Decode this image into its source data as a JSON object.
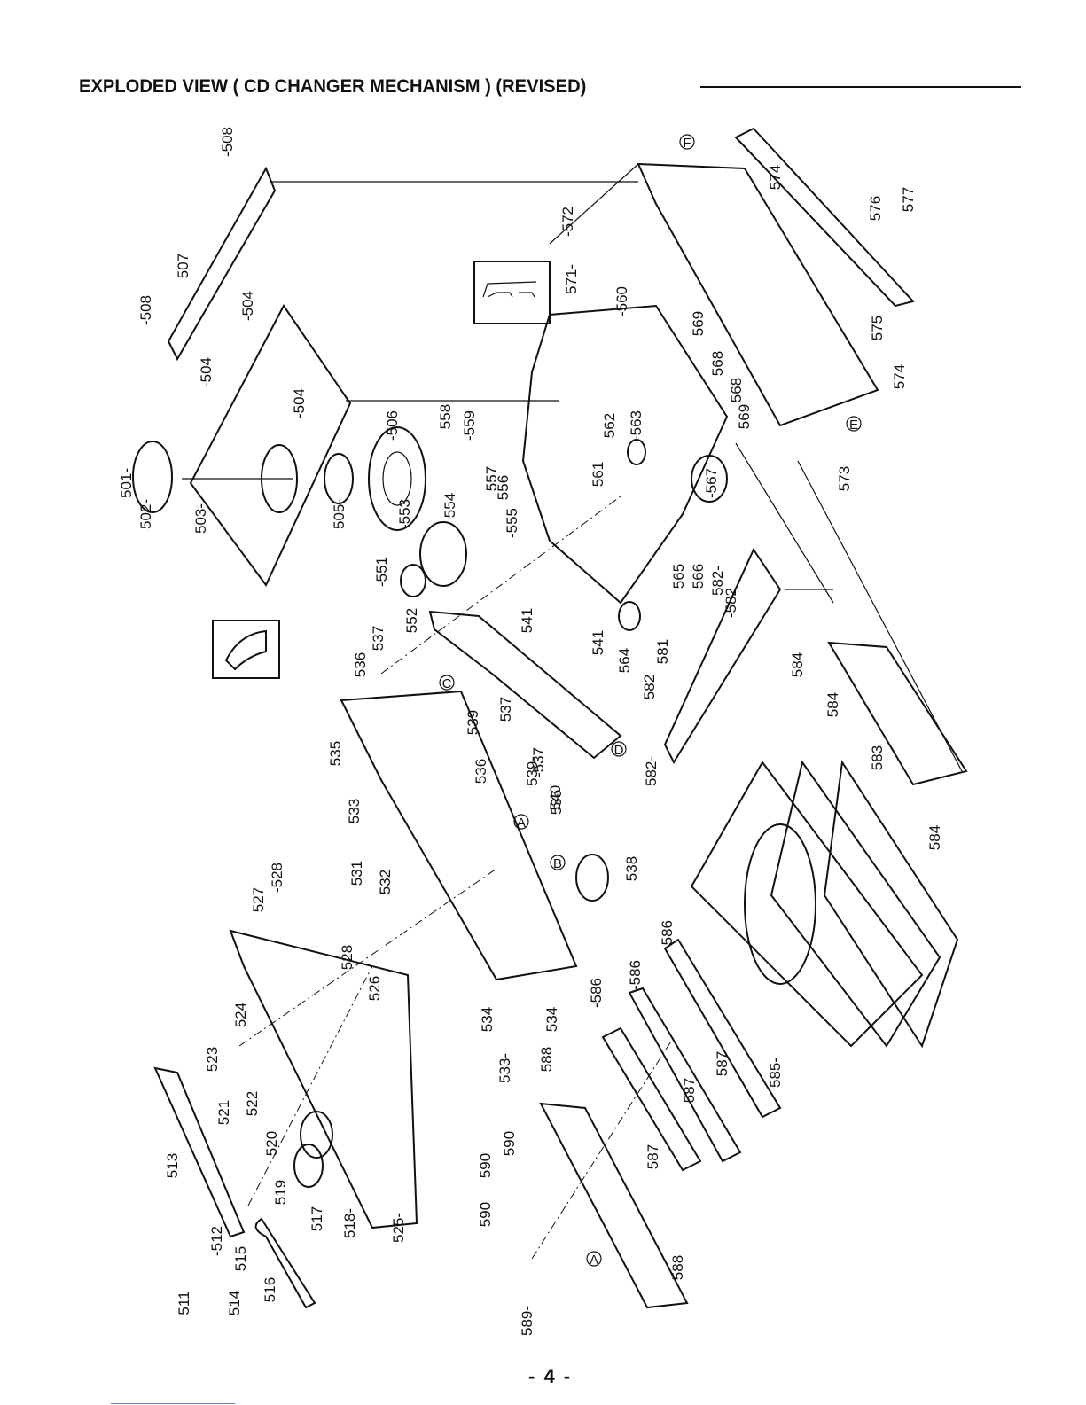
{
  "header": {
    "title": "EXPLODED VIEW ( CD CHANGER MECHANISM ) (REVISED)"
  },
  "footer": {
    "page_number": "- 4 -"
  },
  "reference_markers": [
    "A",
    "B",
    "C",
    "D",
    "E",
    "F"
  ],
  "parts": [
    {
      "id": "501"
    },
    {
      "id": "502"
    },
    {
      "id": "503"
    },
    {
      "id": "504"
    },
    {
      "id": "505"
    },
    {
      "id": "506"
    },
    {
      "id": "507"
    },
    {
      "id": "508"
    },
    {
      "id": "511"
    },
    {
      "id": "512"
    },
    {
      "id": "513"
    },
    {
      "id": "514"
    },
    {
      "id": "515"
    },
    {
      "id": "516"
    },
    {
      "id": "517"
    },
    {
      "id": "518"
    },
    {
      "id": "519"
    },
    {
      "id": "520"
    },
    {
      "id": "521"
    },
    {
      "id": "522"
    },
    {
      "id": "523"
    },
    {
      "id": "524"
    },
    {
      "id": "525"
    },
    {
      "id": "526"
    },
    {
      "id": "527"
    },
    {
      "id": "528"
    },
    {
      "id": "531"
    },
    {
      "id": "532"
    },
    {
      "id": "533"
    },
    {
      "id": "534"
    },
    {
      "id": "535"
    },
    {
      "id": "536"
    },
    {
      "id": "537"
    },
    {
      "id": "538"
    },
    {
      "id": "539"
    },
    {
      "id": "540"
    },
    {
      "id": "541"
    },
    {
      "id": "551"
    },
    {
      "id": "552"
    },
    {
      "id": "553"
    },
    {
      "id": "554"
    },
    {
      "id": "555"
    },
    {
      "id": "556"
    },
    {
      "id": "557"
    },
    {
      "id": "558"
    },
    {
      "id": "559"
    },
    {
      "id": "560"
    },
    {
      "id": "561"
    },
    {
      "id": "562"
    },
    {
      "id": "563"
    },
    {
      "id": "564"
    },
    {
      "id": "565"
    },
    {
      "id": "566"
    },
    {
      "id": "567"
    },
    {
      "id": "568"
    },
    {
      "id": "569"
    },
    {
      "id": "571"
    },
    {
      "id": "572"
    },
    {
      "id": "573"
    },
    {
      "id": "574"
    },
    {
      "id": "575"
    },
    {
      "id": "576"
    },
    {
      "id": "577"
    },
    {
      "id": "581"
    },
    {
      "id": "582"
    },
    {
      "id": "583"
    },
    {
      "id": "584"
    },
    {
      "id": "585"
    },
    {
      "id": "586"
    },
    {
      "id": "587"
    },
    {
      "id": "588"
    },
    {
      "id": "589"
    },
    {
      "id": "590"
    }
  ],
  "callouts": [
    {
      "text": "501-",
      "part": "501"
    },
    {
      "text": "502-",
      "part": "502"
    },
    {
      "text": "503-",
      "part": "503"
    },
    {
      "text": "-504",
      "part": "504"
    },
    {
      "text": "-504",
      "part": "504"
    },
    {
      "text": "-504",
      "part": "504"
    },
    {
      "text": "505-",
      "part": "505"
    },
    {
      "text": "-506",
      "part": "506"
    },
    {
      "text": "507",
      "part": "507"
    },
    {
      "text": "-508",
      "part": "508"
    },
    {
      "text": "-508",
      "part": "508"
    },
    {
      "text": "511",
      "part": "511"
    },
    {
      "text": "-512",
      "part": "512"
    },
    {
      "text": "513",
      "part": "513"
    },
    {
      "text": "514",
      "part": "514"
    },
    {
      "text": "515",
      "part": "515"
    },
    {
      "text": "516",
      "part": "516"
    },
    {
      "text": "517",
      "part": "517"
    },
    {
      "text": "518-",
      "part": "518"
    },
    {
      "text": "519",
      "part": "519"
    },
    {
      "text": "520",
      "part": "520"
    },
    {
      "text": "521",
      "part": "521"
    },
    {
      "text": "522",
      "part": "522"
    },
    {
      "text": "523",
      "part": "523"
    },
    {
      "text": "524",
      "part": "524"
    },
    {
      "text": "525-",
      "part": "525"
    },
    {
      "text": "526",
      "part": "526"
    },
    {
      "text": "527",
      "part": "527"
    },
    {
      "text": "-528",
      "part": "528"
    },
    {
      "text": "528",
      "part": "528"
    },
    {
      "text": "531",
      "part": "531"
    },
    {
      "text": "532",
      "part": "532"
    },
    {
      "text": "533",
      "part": "533"
    },
    {
      "text": "533-",
      "part": "533"
    },
    {
      "text": "534",
      "part": "534"
    },
    {
      "text": "534",
      "part": "534"
    },
    {
      "text": "535",
      "part": "535"
    },
    {
      "text": "536",
      "part": "536"
    },
    {
      "text": "536",
      "part": "536"
    },
    {
      "text": "536",
      "part": "536"
    },
    {
      "text": "537",
      "part": "537"
    },
    {
      "text": "537",
      "part": "537"
    },
    {
      "text": "-537",
      "part": "537"
    },
    {
      "text": "538",
      "part": "538"
    },
    {
      "text": "539",
      "part": "539"
    },
    {
      "text": "539-",
      "part": "539"
    },
    {
      "text": "540",
      "part": "540"
    },
    {
      "text": "541",
      "part": "541"
    },
    {
      "text": "541",
      "part": "541"
    },
    {
      "text": "-551",
      "part": "551"
    },
    {
      "text": "552",
      "part": "552"
    },
    {
      "text": "-553",
      "part": "553"
    },
    {
      "text": "554",
      "part": "554"
    },
    {
      "text": "-555",
      "part": "555"
    },
    {
      "text": "556",
      "part": "556"
    },
    {
      "text": "557",
      "part": "557"
    },
    {
      "text": "558",
      "part": "558"
    },
    {
      "text": "-559",
      "part": "559"
    },
    {
      "text": "-560",
      "part": "560"
    },
    {
      "text": "561",
      "part": "561"
    },
    {
      "text": "562",
      "part": "562"
    },
    {
      "text": "-563",
      "part": "563"
    },
    {
      "text": "564",
      "part": "564"
    },
    {
      "text": "565",
      "part": "565"
    },
    {
      "text": "566",
      "part": "566"
    },
    {
      "text": "-567",
      "part": "567"
    },
    {
      "text": "568",
      "part": "568"
    },
    {
      "text": "568",
      "part": "568"
    },
    {
      "text": "569",
      "part": "569"
    },
    {
      "text": "569",
      "part": "569"
    },
    {
      "text": "571-",
      "part": "571"
    },
    {
      "text": "-572",
      "part": "572"
    },
    {
      "text": "573",
      "part": "573"
    },
    {
      "text": "574",
      "part": "574"
    },
    {
      "text": "574",
      "part": "574"
    },
    {
      "text": "575",
      "part": "575"
    },
    {
      "text": "576",
      "part": "576"
    },
    {
      "text": "577",
      "part": "577"
    },
    {
      "text": "581",
      "part": "581"
    },
    {
      "text": "-582",
      "part": "582"
    },
    {
      "text": "582-",
      "part": "582"
    },
    {
      "text": "582-",
      "part": "582"
    },
    {
      "text": "582",
      "part": "582"
    },
    {
      "text": "583",
      "part": "583"
    },
    {
      "text": "584",
      "part": "584"
    },
    {
      "text": "584",
      "part": "584"
    },
    {
      "text": "584",
      "part": "584"
    },
    {
      "text": "585-",
      "part": "585"
    },
    {
      "text": "-586",
      "part": "586"
    },
    {
      "text": "-586",
      "part": "586"
    },
    {
      "text": "-586",
      "part": "586"
    },
    {
      "text": "587",
      "part": "587"
    },
    {
      "text": "587",
      "part": "587"
    },
    {
      "text": "587",
      "part": "587"
    },
    {
      "text": "588",
      "part": "588"
    },
    {
      "text": "588",
      "part": "588"
    },
    {
      "text": "589-",
      "part": "589"
    },
    {
      "text": "590",
      "part": "590"
    },
    {
      "text": "590",
      "part": "590"
    },
    {
      "text": "590",
      "part": "590"
    }
  ]
}
